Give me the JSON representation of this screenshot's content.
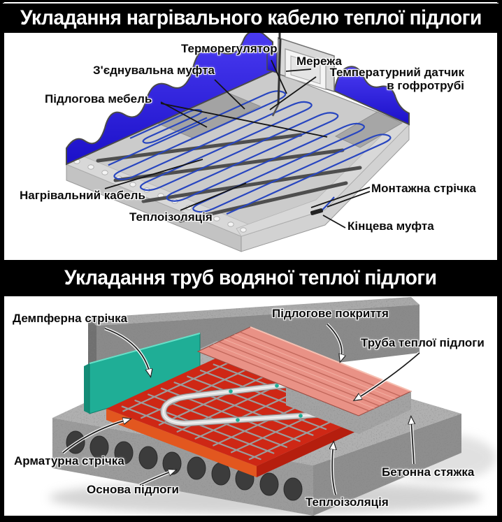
{
  "section1": {
    "title": "Укладання нагрівального кабелю теплої підлоги",
    "labels": {
      "thermostat": "Терморегулятор",
      "mains": "Мережа",
      "coupling": "З'єднувальна муфта",
      "sensor_line1": "Температурний датчик",
      "sensor_line2": "в гофротрубі",
      "furniture": "Підлогова мебель",
      "heating_cable": "Нагрівальний кабель",
      "insulation": "Теплоізоляція",
      "mounting_tape": "Монтажна стрічка",
      "end_coupling": "Кінцева муфта"
    },
    "colors": {
      "wall_blue": "#2214dd",
      "cable_blue": "#2846c0",
      "floor_gray": "#cbcbcb"
    }
  },
  "section2": {
    "title": "Укладання труб водяної теплої підлоги",
    "labels": {
      "damper_tape": "Демпферна стрічка",
      "floor_covering": "Підлогове покриття",
      "pipe": "Труба теплої підлоги",
      "reinforcement_tape": "Арматурна стрічка",
      "floor_base": "Основа підлоги",
      "insulation": "Теплоізоляція",
      "concrete_screed": "Бетонна стяжка"
    },
    "colors": {
      "damper_teal": "#1fae96",
      "insulation_red": "#ce2715",
      "covering_pink": "#e99286",
      "pipe_gray": "#d9d9d9"
    }
  }
}
